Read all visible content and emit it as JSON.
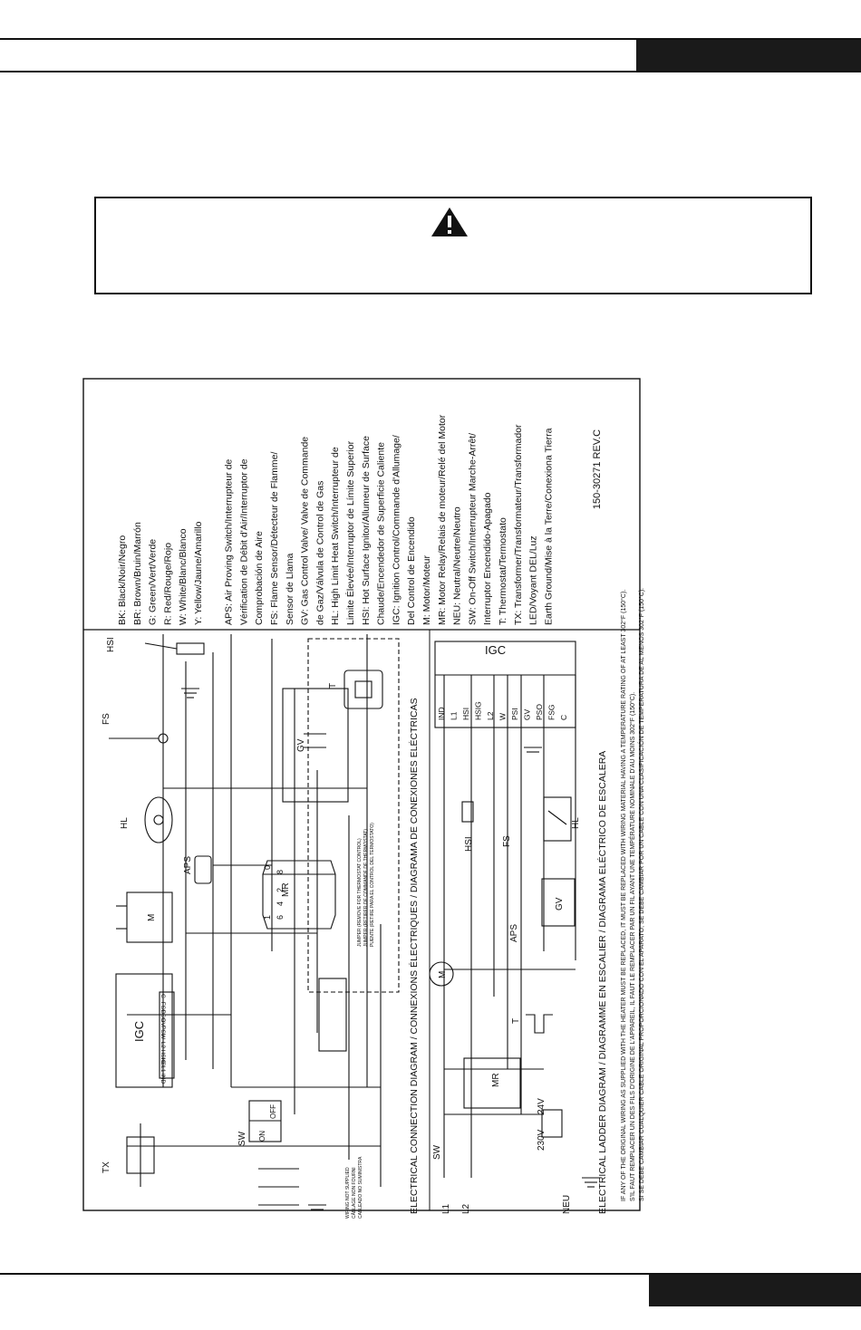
{
  "warning": {
    "icon": "warning-triangle-icon"
  },
  "legend": [
    "BK:  Black/Noir/Negro",
    "BR:  Brown/Bruin/Marrón",
    "G:   Green/Vert/Verde",
    "R:   Red/Rouge/Rojo",
    "W:   White/Blanc/Blanco",
    "Y:   Yellow/Jaune/Amarillo",
    "",
    "APS: Air Proving Switch/Interrupteur de",
    "       Vérification de Débit d'Air/Interruptor de",
    "       Comprobación de Aire",
    "FS:  Flame Sensor/Détecteur de Flamme/",
    "       Sensor de Llama",
    "GV:  Gas Control Valve/ Valve de Commande",
    "       de Gaz/Válvula de Control de Gas",
    "HL:  High Limit Heat Switch/Interrupteur de",
    "       Limite Élevée/Interruptor de Límite Superior",
    "HSI: Hot Surface Ignitor/Allumeur de Surface",
    "       Chaude/Encendedor de Superficie Caliente",
    "IGC: Ignition Control/Commande d'Allumage/",
    "       Del Control de Encendido",
    "M:   Motor/Moteur",
    "MR:  Motor Relay/Relais de moteur/Relé del Motor",
    "NEU: Neutral/Neutre/Neutro",
    "SW:  On-Off Switch/Interrupteur Marche-Arrêt/",
    "       Interruptor Encendido-Apagado",
    "T:   Thermostat/Termostato",
    "TX:  Transformer/Transformateur/Transformador",
    "LED/Voyant DEL/Luz",
    "Earth Ground/Mise à la Terre/Conexiona Tierra"
  ],
  "revision": "150-30271 REV.C",
  "connection_title": "ELECTRICAL CONNECTION DIAGRAM / CONNEXIONS ÉLECTRIQUES / DIAGRAMA DE CONEXIONES ELÉCTRICAS",
  "ladder_title": "ELECTRICAL LADDER DIAGRAM / DIAGRAMME EN ESCALIER / DIAGRAMA ELÉCTRICO DE ESCALERA",
  "notes": [
    "IF ANY OF THE ORIGINAL WIRING AS SUPPLIED WITH THE HEATER MUST BE REPLACED, IT MUST BE REPLACED WITH WIRING MATERIAL HAVING A TEMPERATURE RATING OF AT LEAST 302°F (150°C).",
    "S'IL FAUT REMPLACER UN DES FILS D'ORIGINE DE L'APPAREIL, IL FAUT LE REMPLACER PAR UN FIL AYANT UNE TEMPÉRATURE NOMINALE D'AU MOINS 302°F (150°C).",
    "SI SE DEBE CAMBIAR CUALQUIER CABLE ORIGINAL PROPORCIONADO CON EL APARATO, SE DEBE CAMBIAR POR UN CABLE CON UNA CLASIFICACIÓN DE TEMPERATURA DE AL MENOS  302°F (150°C)."
  ],
  "supply_note": [
    "WIRING NOT SUPPLIED",
    "CÂBLAGE NON FOURNI",
    "CABLEADO NO SUMINISTRA"
  ],
  "jumper_note": [
    "JUMPER (REMOVE FOR THERMOSTAT CONTROL)",
    "JUMPER (RETIRER DE COMMANDE DE THERMOSTAT)",
    "PUENTE (RETIRE PARA EL CONTROL DEL TERMOSTATO)"
  ],
  "components": {
    "hsi": "HSI",
    "fs": "FS",
    "hl": "HL",
    "aps": "APS",
    "m": "M",
    "mr": "MR",
    "tx": "TX",
    "sw": "SW",
    "gv": "GV",
    "t": "T",
    "igc": "IGC",
    "on": "ON",
    "off": "OFF",
    "v230": "230V",
    "v24": "24V",
    "l1": "L1",
    "l2": "L2",
    "neu": "NEU"
  },
  "igc_pins": [
    "IND",
    "L1",
    "HSI",
    "HSIG",
    "L2",
    "W",
    "PSI",
    "GV",
    "PSO",
    "FSG",
    "C"
  ],
  "relay_pins": [
    "0",
    "1",
    "2",
    "4",
    "6",
    "8"
  ],
  "wire_colors": [
    "BK",
    "BR",
    "G",
    "R",
    "W",
    "Y"
  ]
}
